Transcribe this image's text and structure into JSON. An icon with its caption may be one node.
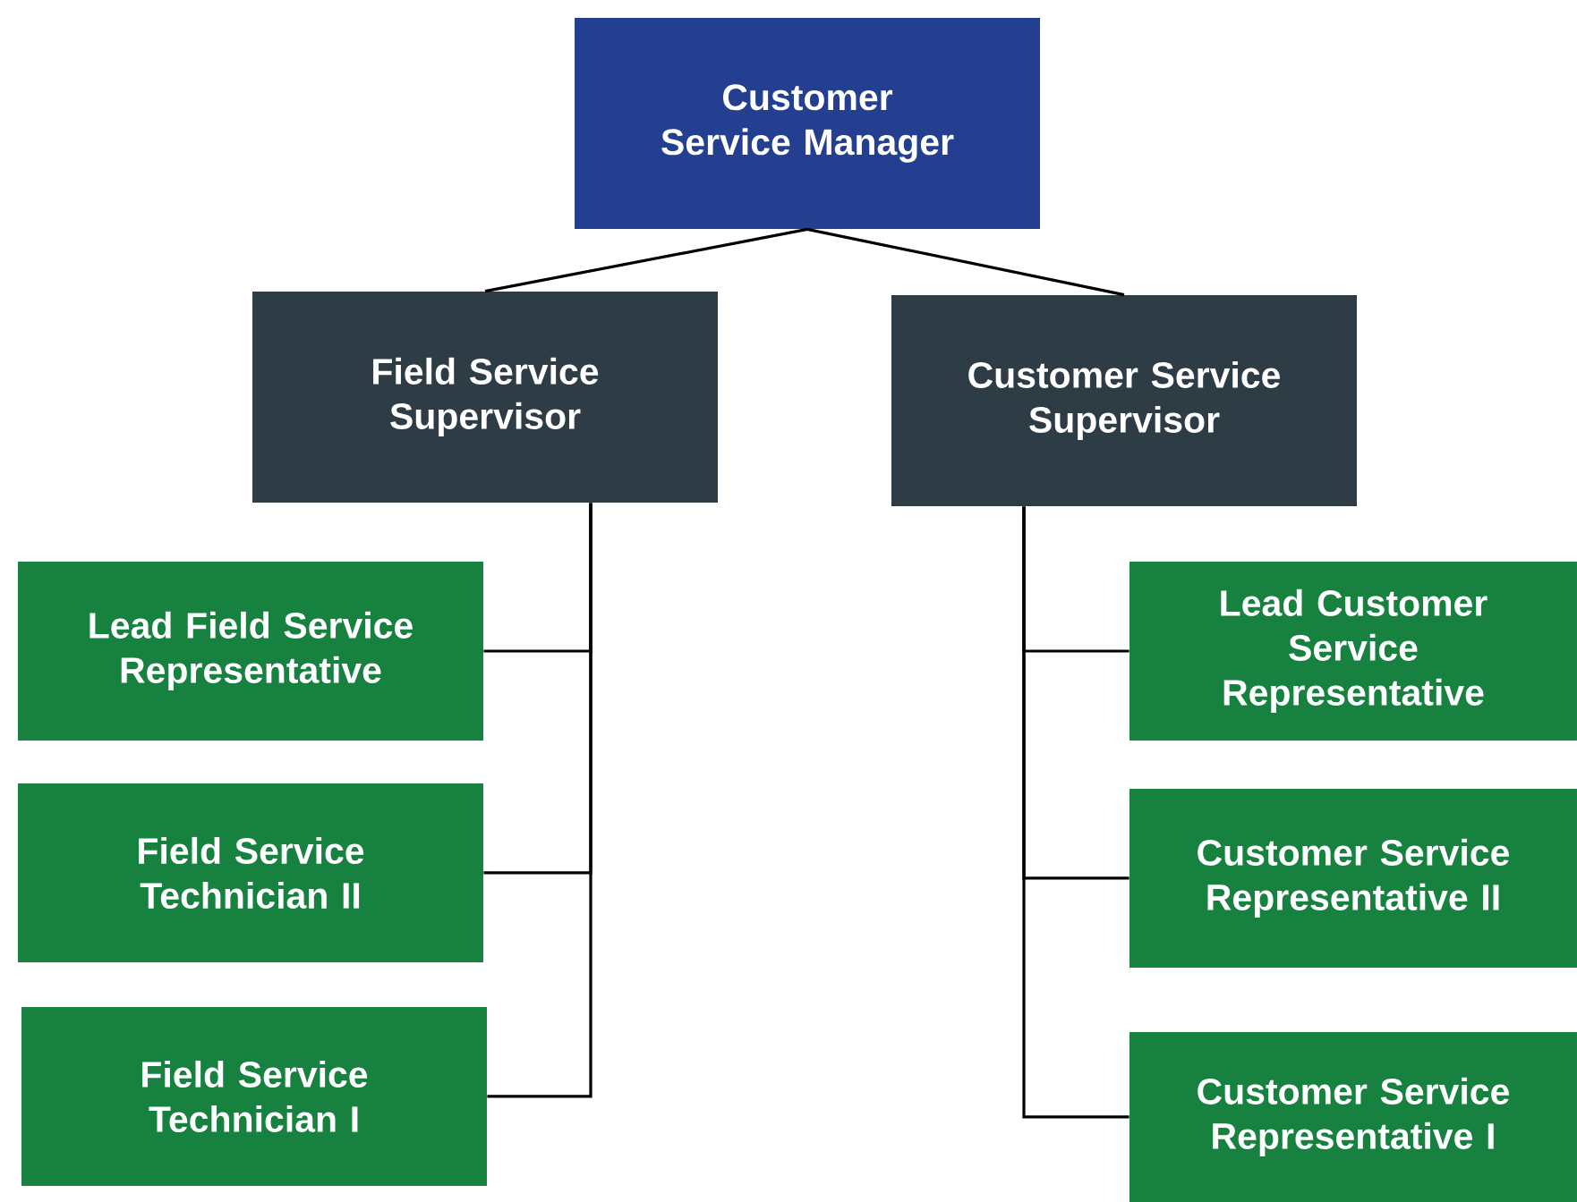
{
  "diagram": {
    "nodes": [
      {
        "text": [
          "Customer Service Manager"
        ]
      },
      {
        "text": [
          "Field Service Supervisor"
        ]
      },
      {
        "text": [
          "Customer Service Supervisor"
        ]
      },
      {
        "text": [
          "Lead Field Service Representative"
        ]
      },
      {
        "text": [
          "Field Service Technician II"
        ]
      },
      {
        "text": [
          "Field Service Technician I"
        ]
      },
      {
        "text": [
          "Lead Customer Service Representative"
        ]
      },
      {
        "text": [
          "Customer Service Representative II"
        ]
      },
      {
        "text": [
          "Customer Service Representative I"
        ]
      }
    ],
    "edges": [
      {
        "from": 0,
        "to": 1,
        "arrow": "none"
      },
      {
        "from": 0,
        "to": 2,
        "arrow": "none"
      },
      {
        "from": 1,
        "to": 3,
        "arrow": "none"
      },
      {
        "from": 1,
        "to": 4,
        "arrow": "none"
      },
      {
        "from": 1,
        "to": 5,
        "arrow": "none"
      },
      {
        "from": 2,
        "to": 6,
        "arrow": "none"
      },
      {
        "from": 2,
        "to": 7,
        "arrow": "none"
      },
      {
        "from": 2,
        "to": 8,
        "arrow": "none"
      }
    ]
  }
}
